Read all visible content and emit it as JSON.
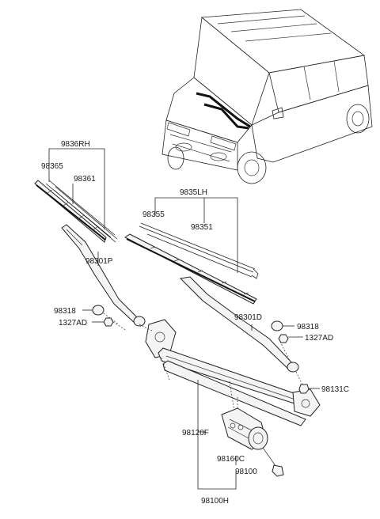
{
  "labels": {
    "l9836RH": "9836RH",
    "l98365": "98365",
    "l98361": "98361",
    "l98301P": "98301P",
    "l98318_left": "98318",
    "l1327AD_left": "1327AD",
    "l9835LH": "9835LH",
    "l98355": "98355",
    "l98351": "98351",
    "l98301D": "98301D",
    "l98318_right": "98318",
    "l1327AD_right": "1327AD",
    "l98131C": "98131C",
    "l98120F": "98120F",
    "l98160C": "98160C",
    "l98100": "98100",
    "l98100H": "98100H"
  },
  "colors": {
    "line": "#222222",
    "wiper_accent": "#111111",
    "background": "#ffffff"
  }
}
